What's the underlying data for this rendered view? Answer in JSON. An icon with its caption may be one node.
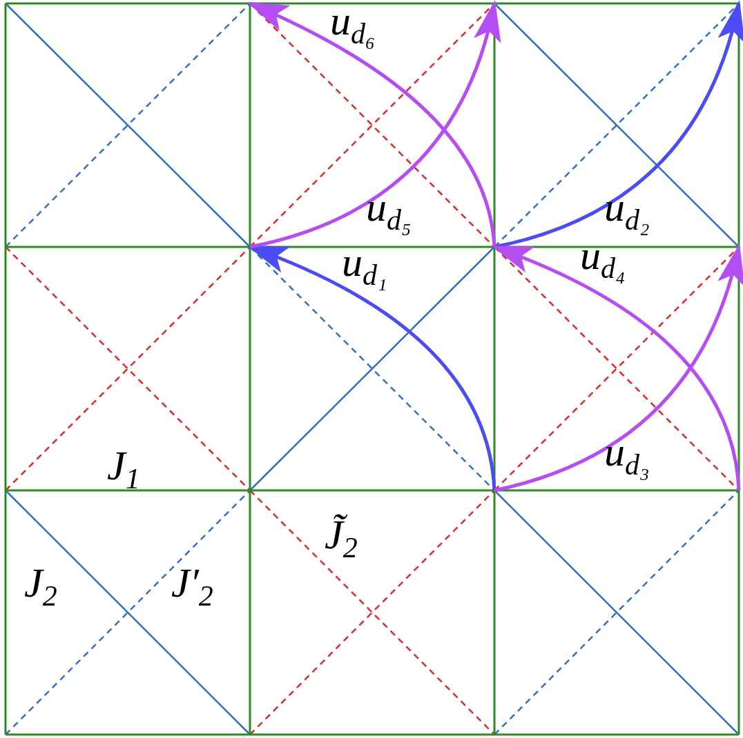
{
  "diagram": {
    "labels": [
      "u$_{d₆}$",
      "u$_{d₅}$",
      "u$_{d₂}$",
      "u$_{d₁}$",
      "u$_{d₄}$",
      "J$_{1}$",
      "u$_{d₃}$",
      "J̃$_{2}$",
      "J$_{2}$",
      "J′$_{2}$"
    ]
  }
}
